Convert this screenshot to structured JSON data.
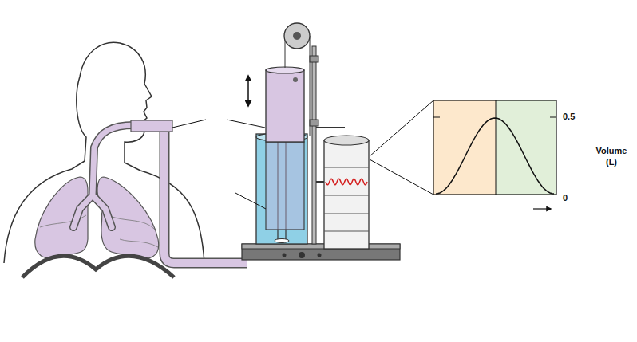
{
  "diagram": {
    "labels": [
      "0.5",
      "Volume (L)",
      "0"
    ]
  }
}
